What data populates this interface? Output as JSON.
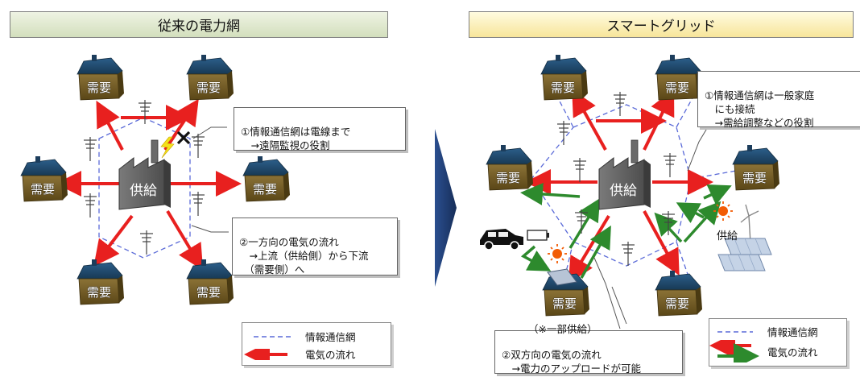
{
  "left_title": "従来の電力網",
  "right_title": "スマートグリッド",
  "house_label": "需要",
  "plant_label": "供給",
  "left_callout_1": "①情報通信網は電線まで\n　→遠隔監視の役割",
  "left_callout_2": "②一方向の電気の流れ\n　→上流（供給側）から下流\n　（需要側）へ",
  "right_callout_1": "①情報通信網は一般家庭\n　にも接続\n　→需給調整などの役割",
  "right_callout_2": "②双方向の電気の流れ\n　→電力のアップロードが可能",
  "partial_supply": "（※一部供給）",
  "renewable_supply": "供給",
  "legend_network": "情報通信網",
  "legend_flow": "電気の流れ",
  "colors": {
    "red_arrow": "#e8201f",
    "green_arrow": "#2d8a2d",
    "network_line": "#5a6ad8",
    "chevron": "#1f3a73"
  }
}
